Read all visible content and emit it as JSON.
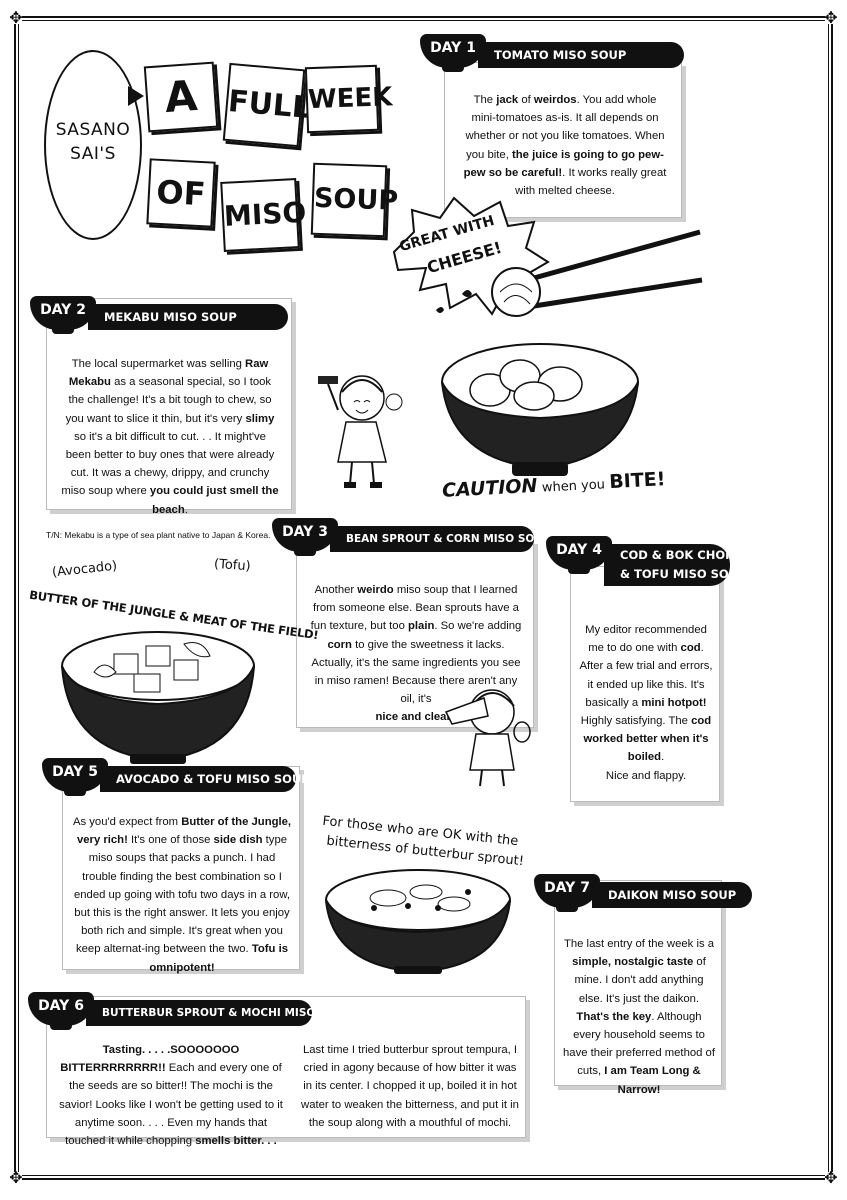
{
  "title": {
    "speaker": [
      "SASANO",
      "SAI'S"
    ],
    "tiles": [
      "A",
      "FULL",
      "WEEK",
      "OF",
      "MISO",
      "SOUP"
    ]
  },
  "days": [
    {
      "tag": "DAY 1",
      "name": "TOMATO MISO SOUP",
      "text": "The <b>jack</b> of <b>weirdos</b>. You add whole mini-tomatoes as-is. It all depends on whether or not you like tomatoes. When you bite, <b>the juice is going to go pew-pew so be careful!</b>. It works really great with melted cheese."
    },
    {
      "tag": "DAY 2",
      "name": "MEKABU MISO SOUP",
      "text": "The local supermarket was selling <b>Raw Mekabu</b> as a seasonal special, so I took the challenge! It's a bit tough to chew, so you want to slice it thin, but it's very <b>slimy</b> so it's a bit difficult to cut. . . It might've been better to buy ones that were already cut. It was a chewy, drippy, and crunchy miso soup where <b>you could just smell the beach</b>."
    },
    {
      "tag": "DAY 3",
      "name": "BEAN SPROUT & CORN MISO SOUP",
      "text": "Another <b>weirdo</b> miso soup that I learned from someone else. Bean sprouts have a fun texture, but too <b>plain</b>. So we're adding <b>corn</b> to give the sweetness it lacks. Actually, it's the same ingredients you see in miso ramen! Because there aren't any oil, it's<br><b>nice and clean.</b>"
    },
    {
      "tag": "DAY 4",
      "name_lines": [
        "COD & BOK CHOI",
        "& TOFU MISO SOUP"
      ],
      "text": "My editor recommended me to do one with <b>cod</b>. After a few trial and errors, it ended up like this. It's basically a <b>mini hotpot!</b> Highly satisfying. The <b>cod worked better when it's boiled</b>.<br>Nice and flappy."
    },
    {
      "tag": "DAY 5",
      "name": "AVOCADO & TOFU MISO SOUP",
      "text": "As you'd expect from <b>Butter of the Jungle, very rich!</b> It's one of those <b>side dish</b> type miso soups that packs a punch. I had trouble finding the best combination so I ended up going with tofu two days in a row, but this is the right answer. It lets you enjoy both rich and simple. It's great when you keep alternat-ing between the two. <b>Tofu is omnipotent!</b>"
    },
    {
      "tag": "DAY 6",
      "name": "BUTTERBUR SPROUT & MOCHI MISO SOUP",
      "text_left": "<b>Tasting. . . . .SOOOOOOO BITTERRRRRRRR!!</b> Each and every one of the seeds are so bitter!! The mochi is the savior! Looks like I won't be getting used to it anytime soon. . . . Even my hands that touched it while chopping <b>smells bitter. . .</b>",
      "text_right": "Last time I tried butterbur sprout tempura, I cried in agony because of how bitter it was in its center. I chopped it up, boiled it in hot water to weaken the bitterness, and put it in the soup along with a mouthful of mochi."
    },
    {
      "tag": "DAY 7",
      "name": "DAIKON MISO SOUP",
      "text": "The last entry of the week is a <b>simple, nostalgic taste</b> of mine. I don't add anything else. It's just the daikon. <b>That's the key</b>. Although every household seems to have their preferred method of cuts, <b>I am Team Long &amp; Narrow!</b>"
    }
  ],
  "sfx": {
    "great_with": "GREAT WITH",
    "cheese": "CHEESE!",
    "caution": "CAUTION",
    "when_you": "when you",
    "bite": "BITE!",
    "jungle": "BUTTER OF THE JUNGLE & MEAT OF THE FIELD!",
    "avocado": "(Avocado)",
    "tofu": "(Tofu)",
    "ok_line1": "For those who are OK with the",
    "ok_line2": "bitterness of butterbur sprout!"
  },
  "tl_note": "T/N: Mekabu is a type of sea plant native to Japan & Korea."
}
